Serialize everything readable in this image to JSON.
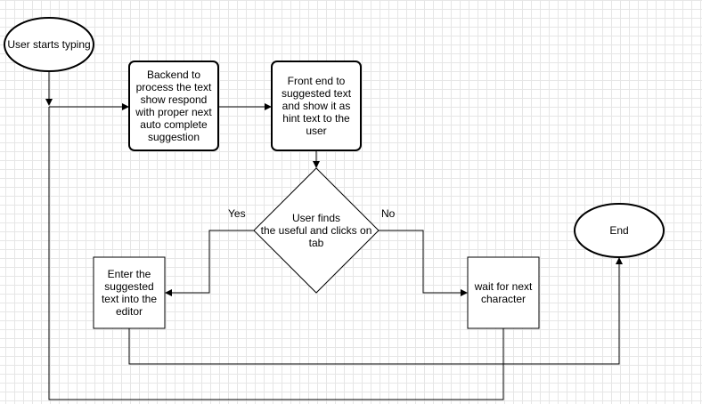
{
  "nodes": {
    "start": "User  starts typing",
    "backend": "Backend to\nprocess the text\nshow respond\nwith proper next\nauto complete\nsuggestion",
    "frontend": "Front end to\nsuggested text\nand show it as\nhint text to the\nuser",
    "decision": "User finds\nthe useful and clicks on\ntab",
    "enter": "Enter the\nsuggested\ntext  into the\neditor",
    "wait": "wait for next\ncharacter",
    "end": "End"
  },
  "edges": {
    "yes": "Yes",
    "no": "No"
  }
}
